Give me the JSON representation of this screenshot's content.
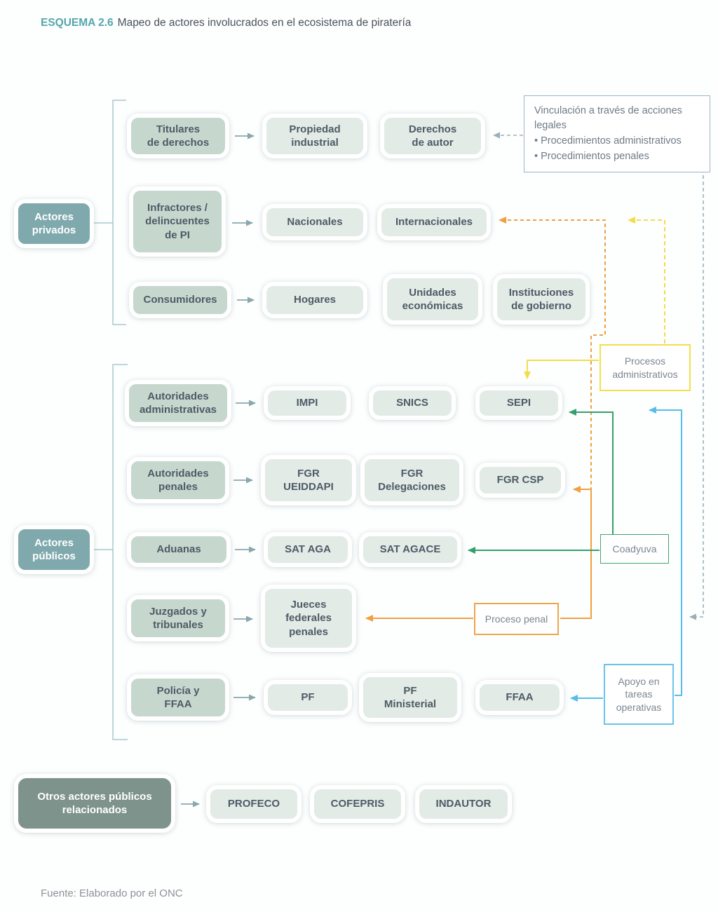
{
  "title": {
    "tag": "ESQUEMA 2.6",
    "text": "Mapeo de actores involucrados en el ecosistema de piratería"
  },
  "footer": "Fuente: Elaborado por el ONC",
  "sections": {
    "private": {
      "label": "Actores\nprivados",
      "rows": [
        {
          "category": "Titulares\nde derechos",
          "children": [
            "Propiedad\nindustrial",
            "Derechos\nde autor"
          ]
        },
        {
          "category": "Infractores /\ndelincuentes\nde PI",
          "children": [
            "Nacionales",
            "Internacionales"
          ]
        },
        {
          "category": "Consumidores",
          "children": [
            "Hogares",
            "Unidades\neconómicas",
            "Instituciones\nde gobierno"
          ]
        }
      ]
    },
    "public": {
      "label": "Actores\npúblicos",
      "rows": [
        {
          "category": "Autoridades\nadministrativas",
          "children": [
            "IMPI",
            "SNICS",
            "SEPI"
          ]
        },
        {
          "category": "Autoridades\npenales",
          "children": [
            "FGR\nUEIDDAPI",
            "FGR\nDelegaciones",
            "FGR CSP"
          ]
        },
        {
          "category": "Aduanas",
          "children": [
            "SAT AGA",
            "SAT AGACE"
          ]
        },
        {
          "category": "Juzgados y\ntribunales",
          "children": [
            "Jueces\nfederales\npenales"
          ]
        },
        {
          "category": "Policía y\nFFAA",
          "children": [
            "PF",
            "PF\nMinisterial",
            "FFAA"
          ]
        }
      ]
    },
    "other": {
      "label": "Otros actores públicos\nrelacionados",
      "children": [
        "PROFECO",
        "COFEPRIS",
        "INDAUTOR"
      ]
    }
  },
  "annotations": {
    "vinculacion": {
      "title": "Vinculación a través de acciones legales",
      "bullets": [
        "• Procedimientos administrativos",
        "• Procedimientos penales"
      ]
    },
    "procesos_administrativos": "Procesos\nadministrativos",
    "coadyuva": "Coadyuva",
    "proceso_penal": "Proceso penal",
    "apoyo": "Apoyo en\ntareas\noperativas"
  },
  "colors": {
    "orange": "#f0a041",
    "yellow": "#f2de4a",
    "green": "#35a06b",
    "blue": "#58bde9",
    "gray_dashed": "#9bb0b6",
    "arrow_gray": "#8aa7ae",
    "bracket": "#a9c8cc",
    "teal_box": "#7fa9ad",
    "sage_box": "#c6d8ce",
    "light_box": "#e2ebe6",
    "dark_box": "#7e938b",
    "title_accent": "#55a6ab"
  }
}
